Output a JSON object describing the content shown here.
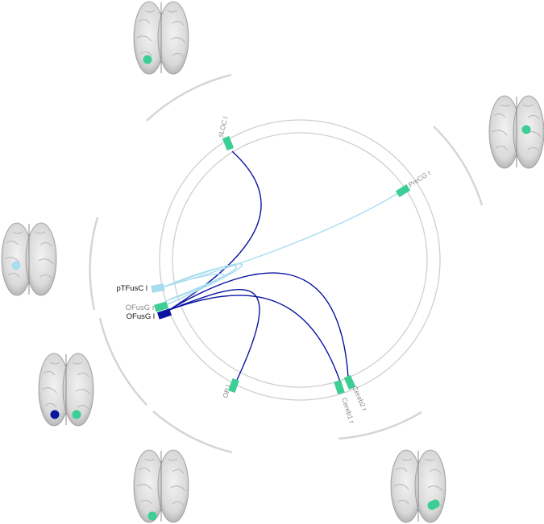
{
  "colors": {
    "accent_green": "#3ccf95",
    "accent_light_blue": "#a8dcef",
    "accent_dark_blue": "#0a14a0",
    "ring_gray": "#c9c9c9",
    "label_gray": "#8a8a8a",
    "label_black": "#111111"
  },
  "nodes": {
    "slocl": {
      "label": "sLOC l",
      "color": "#3ccf95"
    },
    "precgr": {
      "label": "PreCG r",
      "color": "#3ccf95"
    },
    "ptfuscl": {
      "label": "pTFusC l",
      "color": "#a8dcef"
    },
    "ofusgr": {
      "label": "OFusG r",
      "color": "#3ccf95"
    },
    "ofusgl": {
      "label": "OFusG l",
      "color": "#0a14a0"
    },
    "opl": {
      "label": "OP l",
      "color": "#3ccf95"
    },
    "cereb1r": {
      "label": "Cereb1 r",
      "color": "#3ccf95"
    },
    "cereb2r": {
      "label": "Cereb2 r",
      "color": "#3ccf95"
    }
  },
  "connections": [
    {
      "from": "slocl",
      "to": "ofusgl",
      "color": "#0a14a0"
    },
    {
      "from": "ofusgl",
      "to": "opl",
      "color": "#0a14a0"
    },
    {
      "from": "ofusgl",
      "to": "cereb1r",
      "color": "#0a14a0"
    },
    {
      "from": "ofusgl",
      "to": "cereb2r",
      "color": "#0a14a0"
    },
    {
      "from": "ptfuscl",
      "to": "precgr",
      "color": "#a8dcef"
    },
    {
      "from": "ptfuscl",
      "to": "ofusgr",
      "color": "#a8dcef"
    }
  ],
  "brains": [
    {
      "name": "brain-top",
      "dots": [
        "#3ccf95"
      ]
    },
    {
      "name": "brain-right-top",
      "dots": [
        "#3ccf95"
      ]
    },
    {
      "name": "brain-left-mid",
      "dots": [
        "#a8dcef"
      ]
    },
    {
      "name": "brain-left-lower",
      "dots": [
        "#0a14a0",
        "#3ccf95"
      ]
    },
    {
      "name": "brain-bottom",
      "dots": [
        "#3ccf95"
      ]
    },
    {
      "name": "brain-bottom-right",
      "dots": [
        "#3ccf95"
      ]
    }
  ]
}
